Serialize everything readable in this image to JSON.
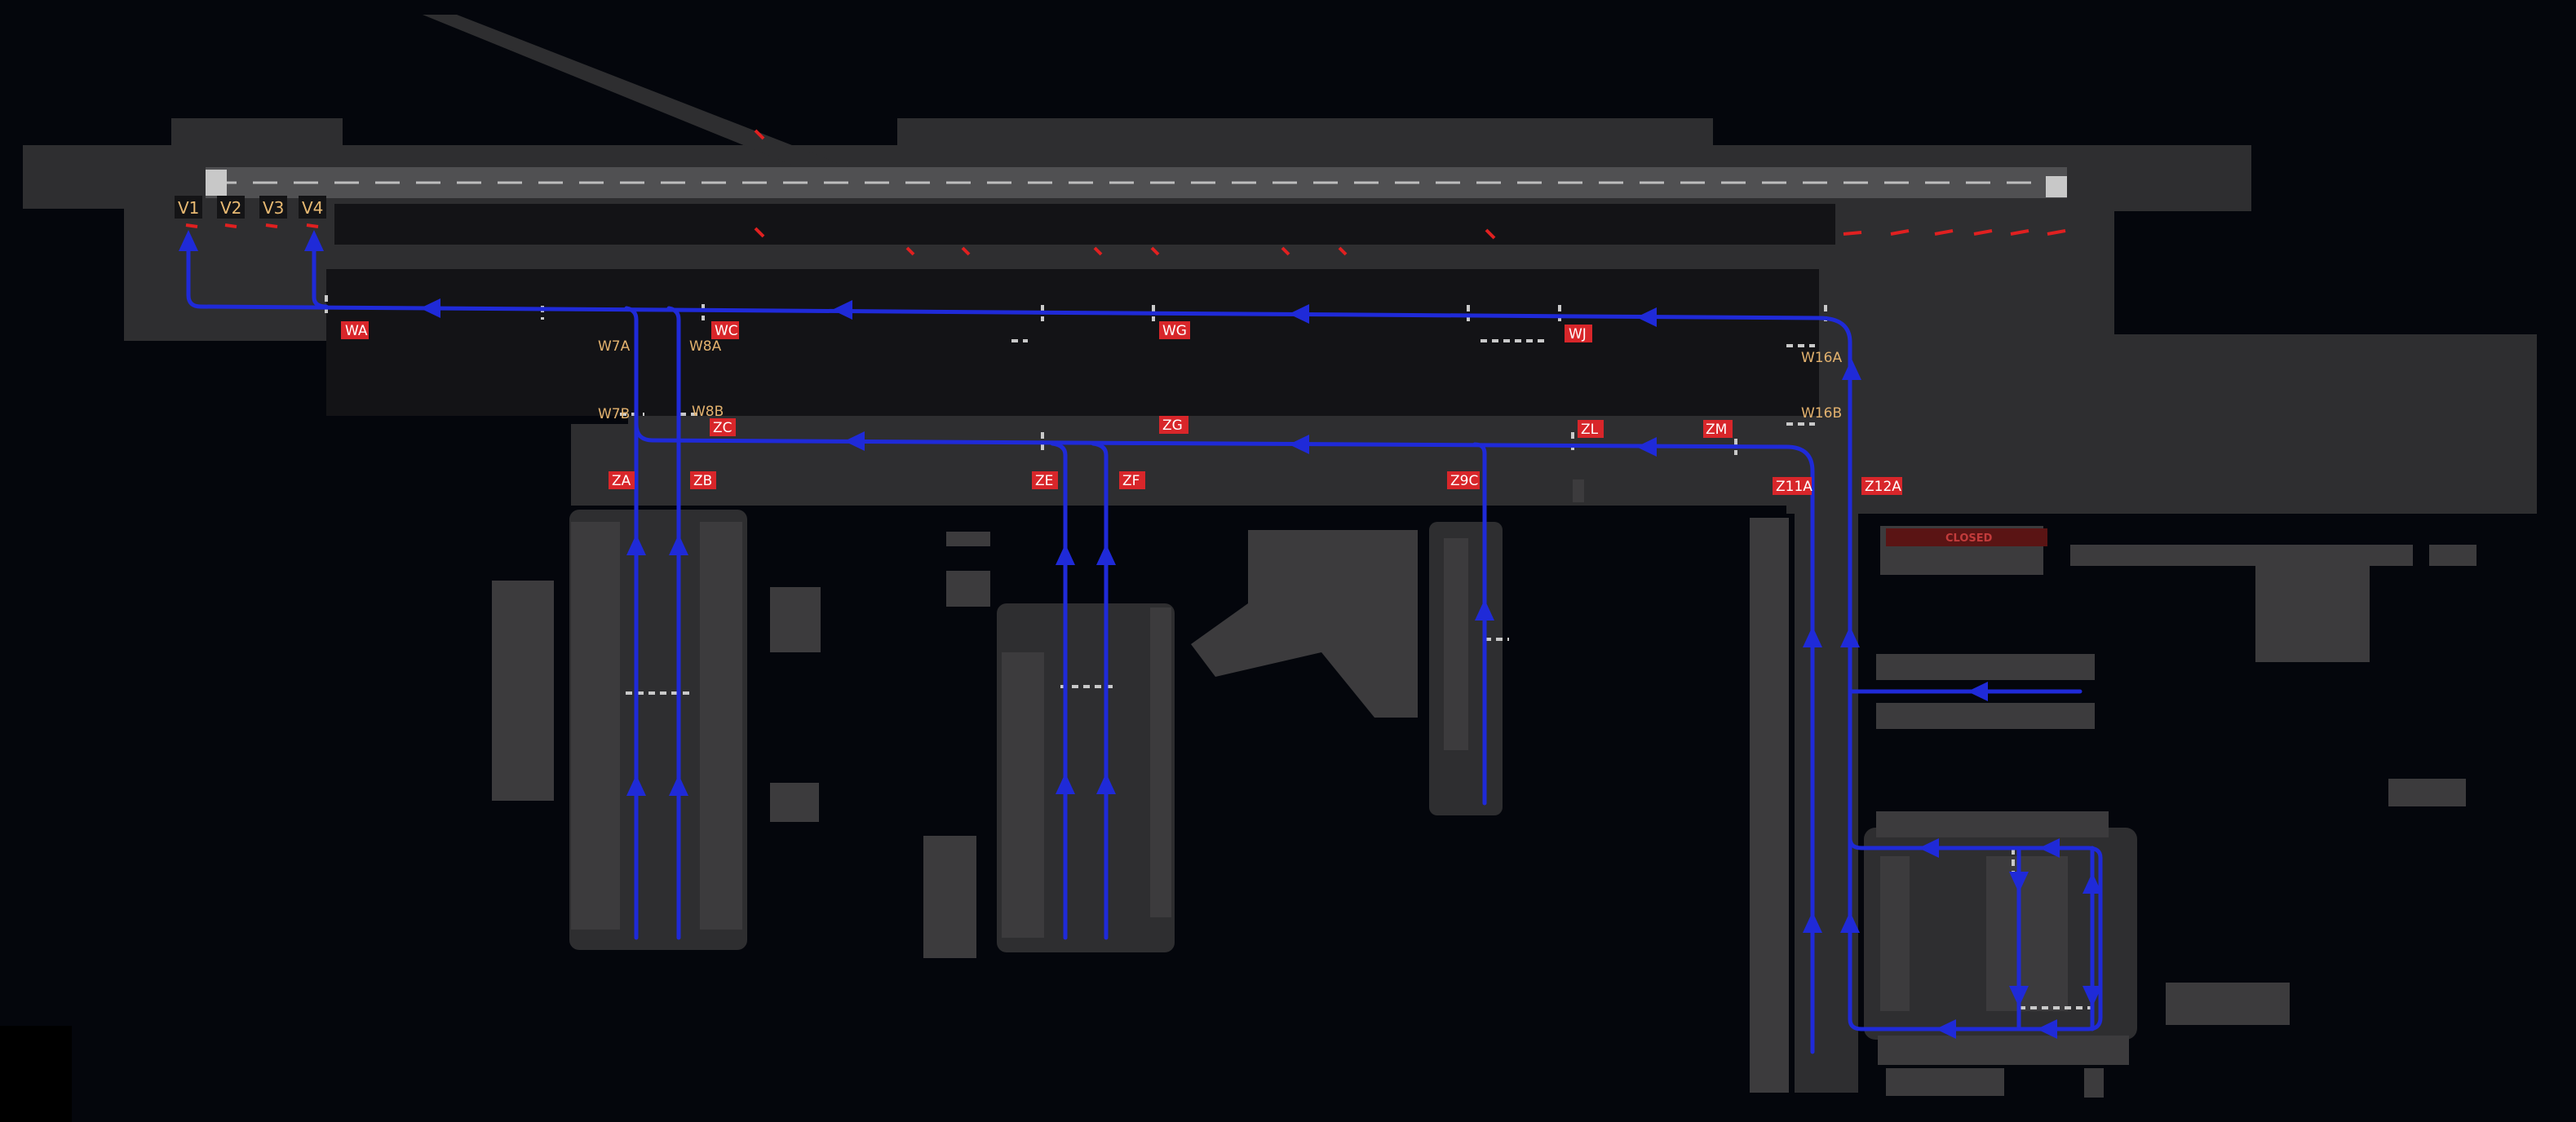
{
  "map": {
    "background": "#04060c",
    "route_color": "#1f2ad8",
    "hold_label_color": "#d8262a",
    "taxiway_label_color": "#e3b26e",
    "closed_color": "#5a1414",
    "closed_text": "CLOSED",
    "stands": [
      "V1",
      "V2",
      "V3",
      "V4"
    ],
    "hold_labels": [
      "WA",
      "WC",
      "WG",
      "WJ",
      "ZC",
      "ZG",
      "ZL",
      "ZM",
      "ZA",
      "ZB",
      "ZE",
      "ZF",
      "Z9C",
      "Z11A",
      "Z12A"
    ],
    "taxiway_labels": [
      "W7A",
      "W8A",
      "W7B",
      "W8B",
      "W16A",
      "W16B"
    ]
  }
}
